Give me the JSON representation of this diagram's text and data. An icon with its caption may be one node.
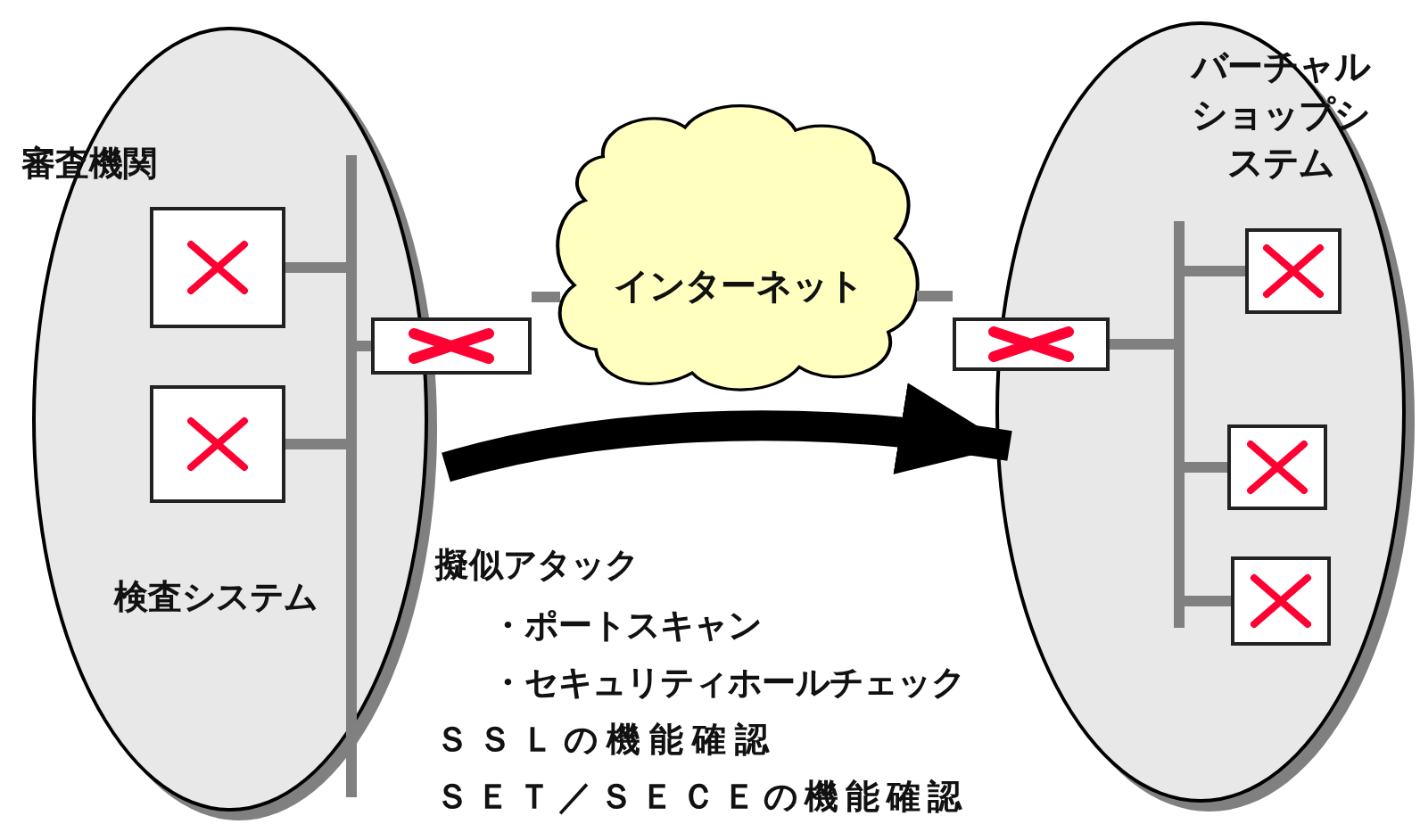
{
  "diagram": {
    "nodes": [
      {
        "text": [
          "審査機関",
          "検査システム"
        ]
      },
      {
        "text": [],
        "shape": "box",
        "in": 0
      },
      {
        "text": [],
        "shape": "box",
        "in": 0
      },
      {
        "text": [],
        "shape": "bar",
        "in": 0
      },
      {
        "text": [],
        "shape": "box"
      },
      {
        "text": [
          "インターネット"
        ]
      },
      {
        "text": [],
        "shape": "box"
      },
      {
        "text": [
          "バーチャルショップシステム"
        ]
      },
      {
        "text": [],
        "shape": "bar",
        "in": 7
      },
      {
        "text": [],
        "shape": "box",
        "in": 7
      },
      {
        "text": [],
        "shape": "box",
        "in": 7
      },
      {
        "text": [],
        "shape": "box",
        "in": 7
      }
    ],
    "edges": [
      {
        "from": 1,
        "to": 3,
        "arrow": "none"
      },
      {
        "from": 2,
        "to": 3,
        "arrow": "none"
      },
      {
        "from": 3,
        "to": 4,
        "arrow": "none"
      },
      {
        "from": 4,
        "to": 5,
        "arrow": "none"
      },
      {
        "from": 5,
        "to": 6,
        "arrow": "none"
      },
      {
        "from": 6,
        "to": 8,
        "arrow": "none"
      },
      {
        "from": 8,
        "to": 9,
        "arrow": "none"
      },
      {
        "from": 8,
        "to": 10,
        "arrow": "none"
      },
      {
        "from": 8,
        "to": 11,
        "arrow": "none"
      },
      {
        "from": 0,
        "to": 7,
        "arrow": "to",
        "style": "thick",
        "color": "#000000"
      }
    ],
    "labels": [
      "擬似アタック",
      "・ポートスキャン",
      "・セキュリティホールチェック",
      "ＳＳＬの機能確認",
      "ＳＥＴ／ＳＥＣＥの機能確認"
    ]
  }
}
